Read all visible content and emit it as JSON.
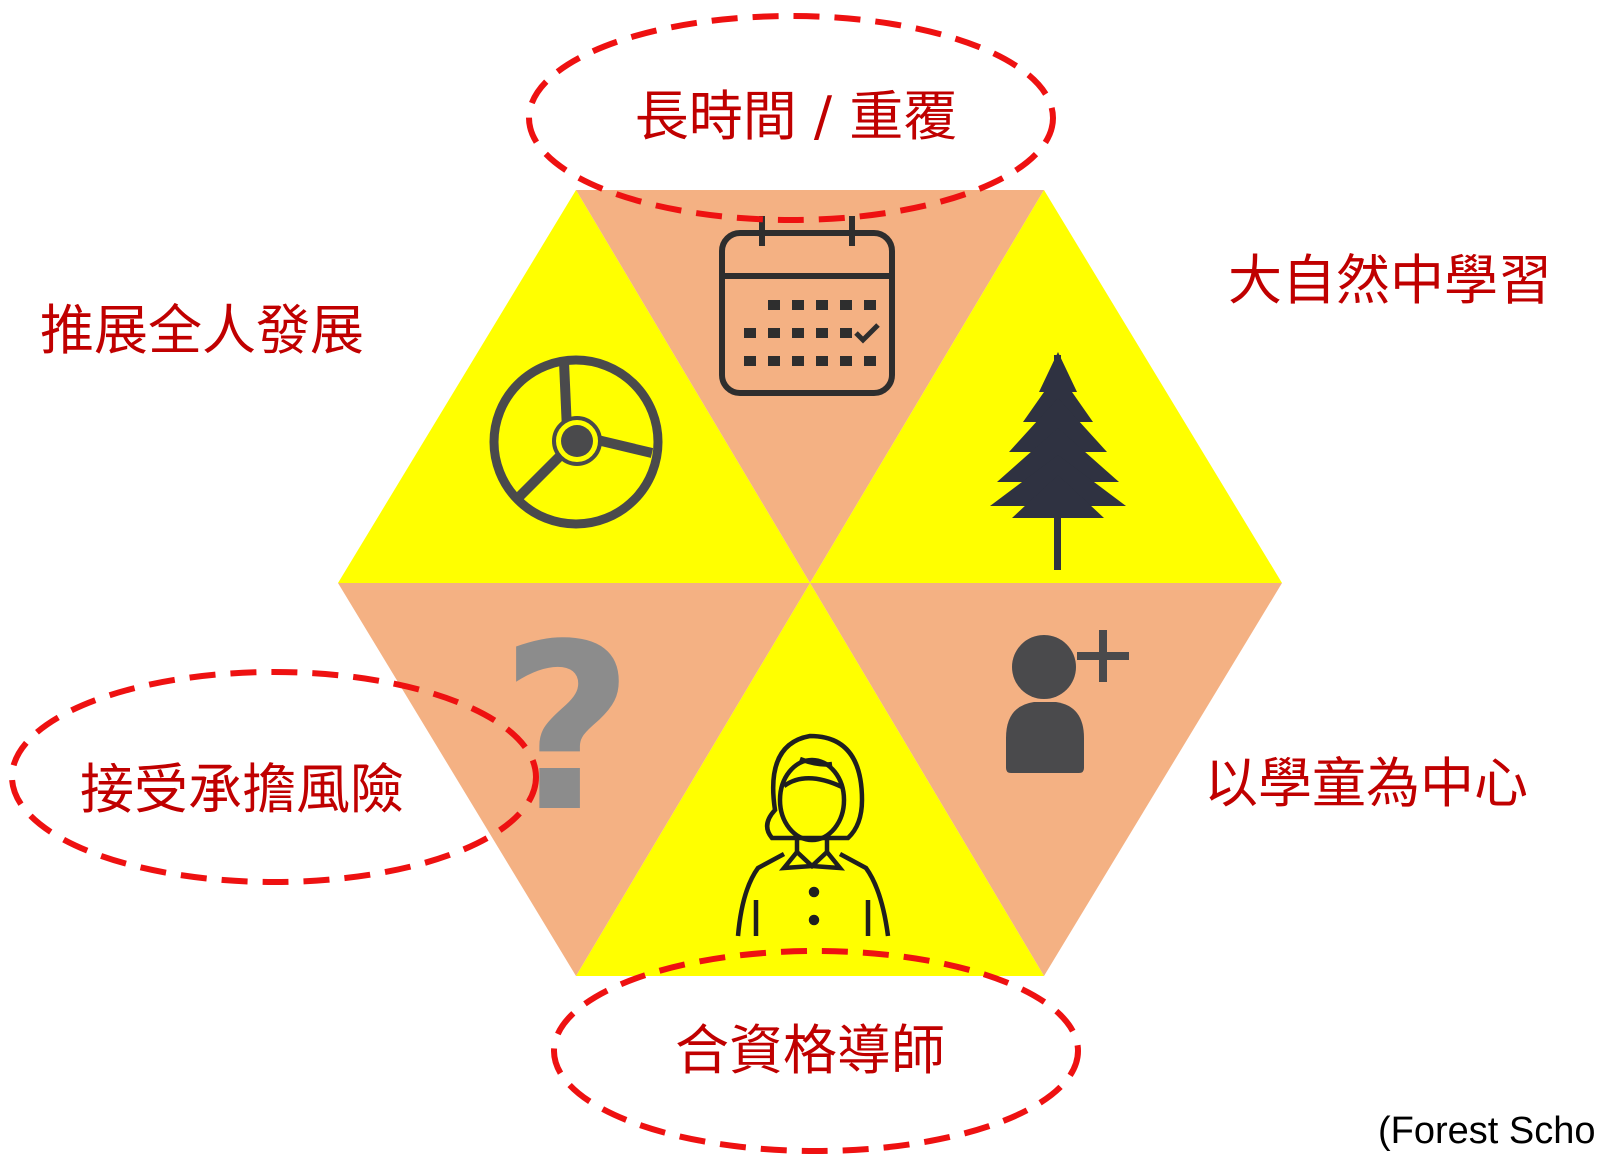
{
  "labels": {
    "top": "長時間 / 重覆",
    "top_right": "大自然中學習",
    "top_left": "推展全人發展",
    "bottom_right": "以學童為中心",
    "bottom_left": "接受承擔風險",
    "bottom": "合資格導師"
  },
  "source_note": "(Forest Scho",
  "icons": {
    "top": "calendar-icon",
    "top_right": "pine-tree-icon",
    "top_left": "steering-wheel-icon",
    "bottom_right": "add-user-icon",
    "bottom_left": "question-mark-icon",
    "bottom": "teacher-icon"
  },
  "highlighted": [
    "top",
    "bottom_left",
    "bottom"
  ],
  "colors": {
    "yellow": "#ffff00",
    "peach": "#f4b183",
    "label": "#c00000",
    "dash": "#ee1111",
    "icon": "#3d3d3f",
    "question": "#8c8c8c"
  }
}
